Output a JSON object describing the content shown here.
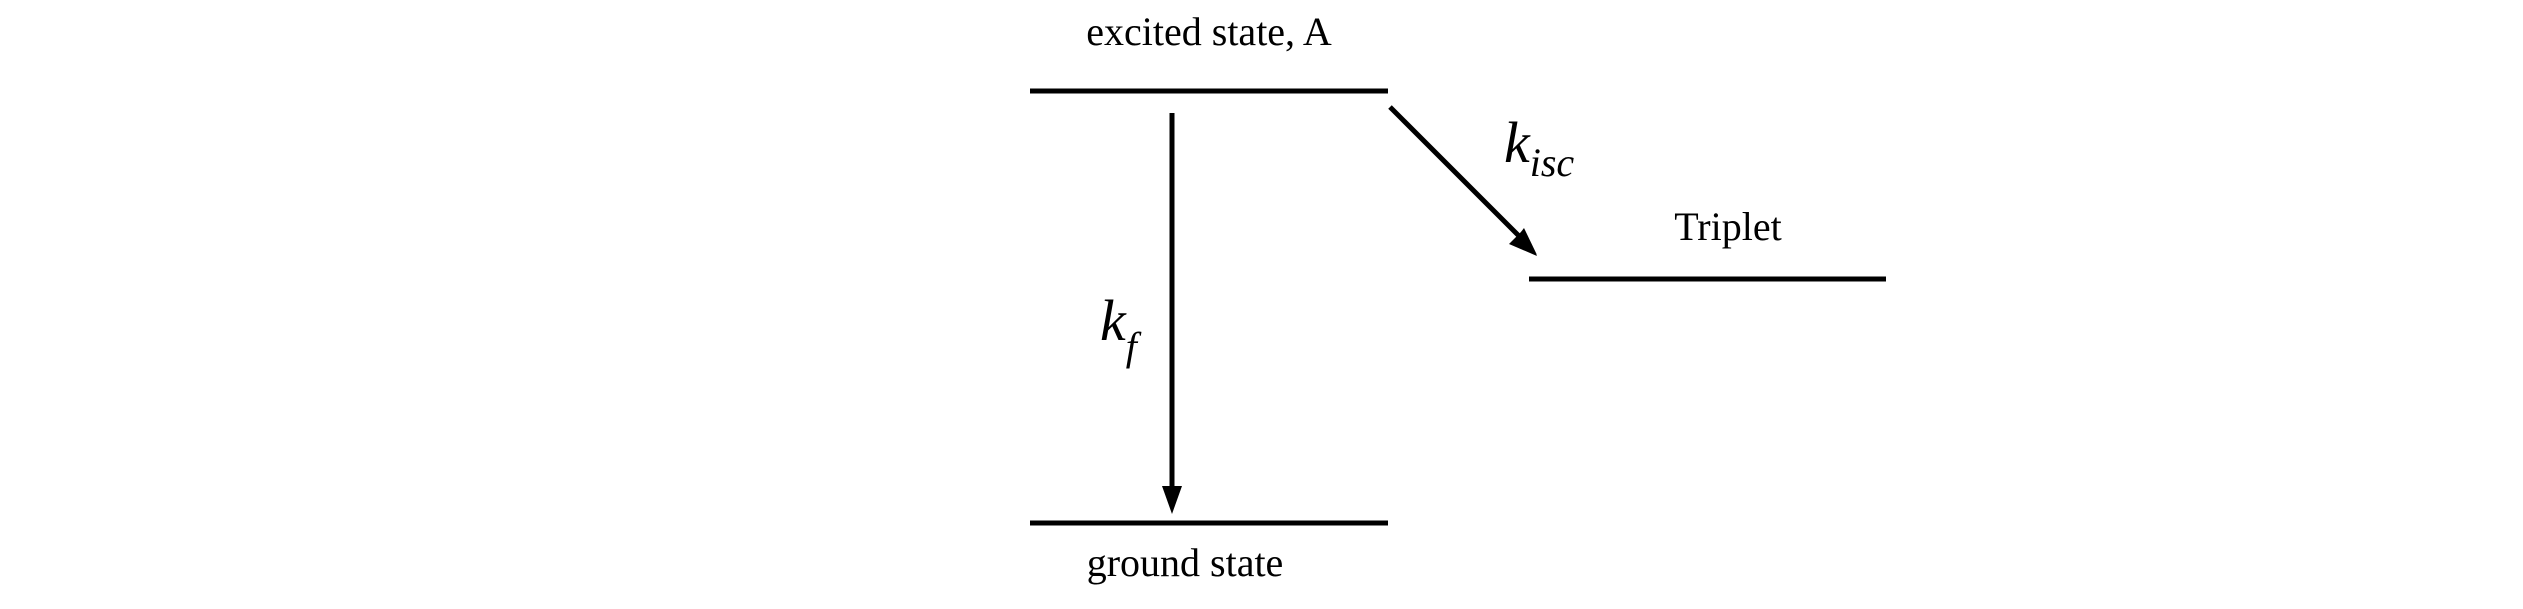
{
  "states": {
    "excited": {
      "label": "excited state, A"
    },
    "triplet": {
      "label": "Triplet"
    },
    "ground": {
      "label": "ground state"
    }
  },
  "transitions": {
    "fluorescence": {
      "symbol": "k",
      "subscript": "f"
    },
    "intersystem_crossing": {
      "symbol": "k",
      "subscript": "isc"
    }
  },
  "colors": {
    "ink": "#000000",
    "background": "#ffffff"
  }
}
